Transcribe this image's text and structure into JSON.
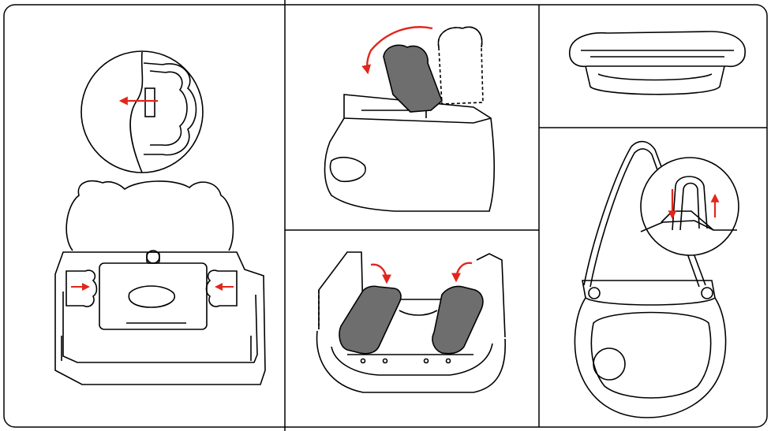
{
  "figure": {
    "type": "assembly-instructions",
    "colors": {
      "outline": "#000000",
      "arrow": "#e1261c",
      "part_fill": "#6e6e6e",
      "background": "#ffffff"
    },
    "panels": [
      {
        "id": "panel-side-clip",
        "depicts": "booster-seat-back-view-with-clip-detail",
        "arrows": 3
      },
      {
        "id": "panel-fold-backrest",
        "depicts": "backrest-folding-onto-seat",
        "arrows": 1
      },
      {
        "id": "panel-tray",
        "depicts": "tray",
        "arrows": 0
      },
      {
        "id": "panel-fold-armrests",
        "depicts": "side-pads-folding-inward",
        "arrows": 2
      },
      {
        "id": "panel-strap",
        "depicts": "tray-carry-strap-with-buckle-detail",
        "arrows": 2
      }
    ]
  }
}
